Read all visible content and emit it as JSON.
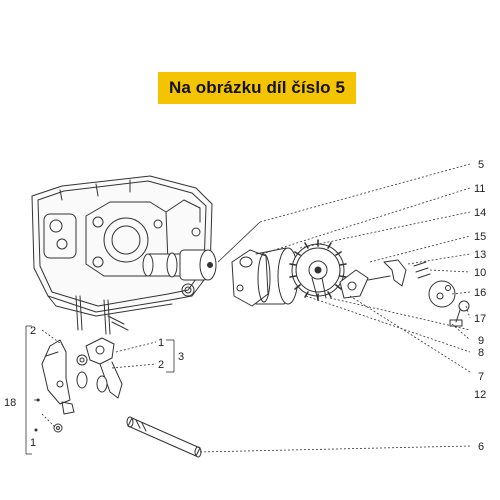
{
  "banner": {
    "text": "Na obrázku díl číslo 5"
  },
  "callouts": {
    "n5": "5",
    "n11": "11",
    "n14": "14",
    "n15": "15",
    "n13": "13",
    "n10": "10",
    "n16": "16",
    "n17": "17",
    "n9": "9",
    "n8": "8",
    "n7": "7",
    "n12": "12",
    "n6": "6",
    "n1a": "1",
    "n2a": "2",
    "n3": "3",
    "n2b": "2",
    "n1b": "1",
    "n18": "18"
  },
  "colors": {
    "banner": "#f5c400",
    "line": "#333333"
  }
}
